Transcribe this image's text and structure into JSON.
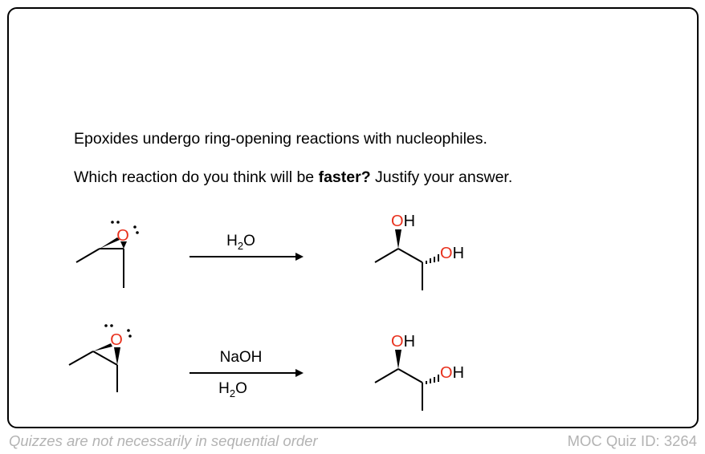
{
  "question": {
    "line1": "Epoxides undergo ring-opening reactions with nucleophiles.",
    "line2_before": "Which reaction do you think will be ",
    "line2_bold": "faster?",
    "line2_after": " Justify your answer."
  },
  "reaction1": {
    "reagent_above": "H",
    "reagent_above_sub": "2",
    "reagent_above_tail": "O",
    "epoxide_o": "O",
    "product_oh_top_o": "O",
    "product_oh_top_h": "H",
    "product_oh_right_o": "O",
    "product_oh_right_h": "H"
  },
  "reaction2": {
    "reagent_above": "NaOH",
    "reagent_below": "H",
    "reagent_below_sub": "2",
    "reagent_below_tail": "O",
    "epoxide_o": "O",
    "product_oh_top_o": "O",
    "product_oh_top_h": "H",
    "product_oh_right_o": "O",
    "product_oh_right_h": "H"
  },
  "footer": {
    "left": "Quizzes are not necessarily in sequential order",
    "right": "MOC Quiz ID: 3264"
  },
  "colors": {
    "oxygen": "#e8301c",
    "footer_text": "#b3b3b3",
    "line": "#000000"
  }
}
